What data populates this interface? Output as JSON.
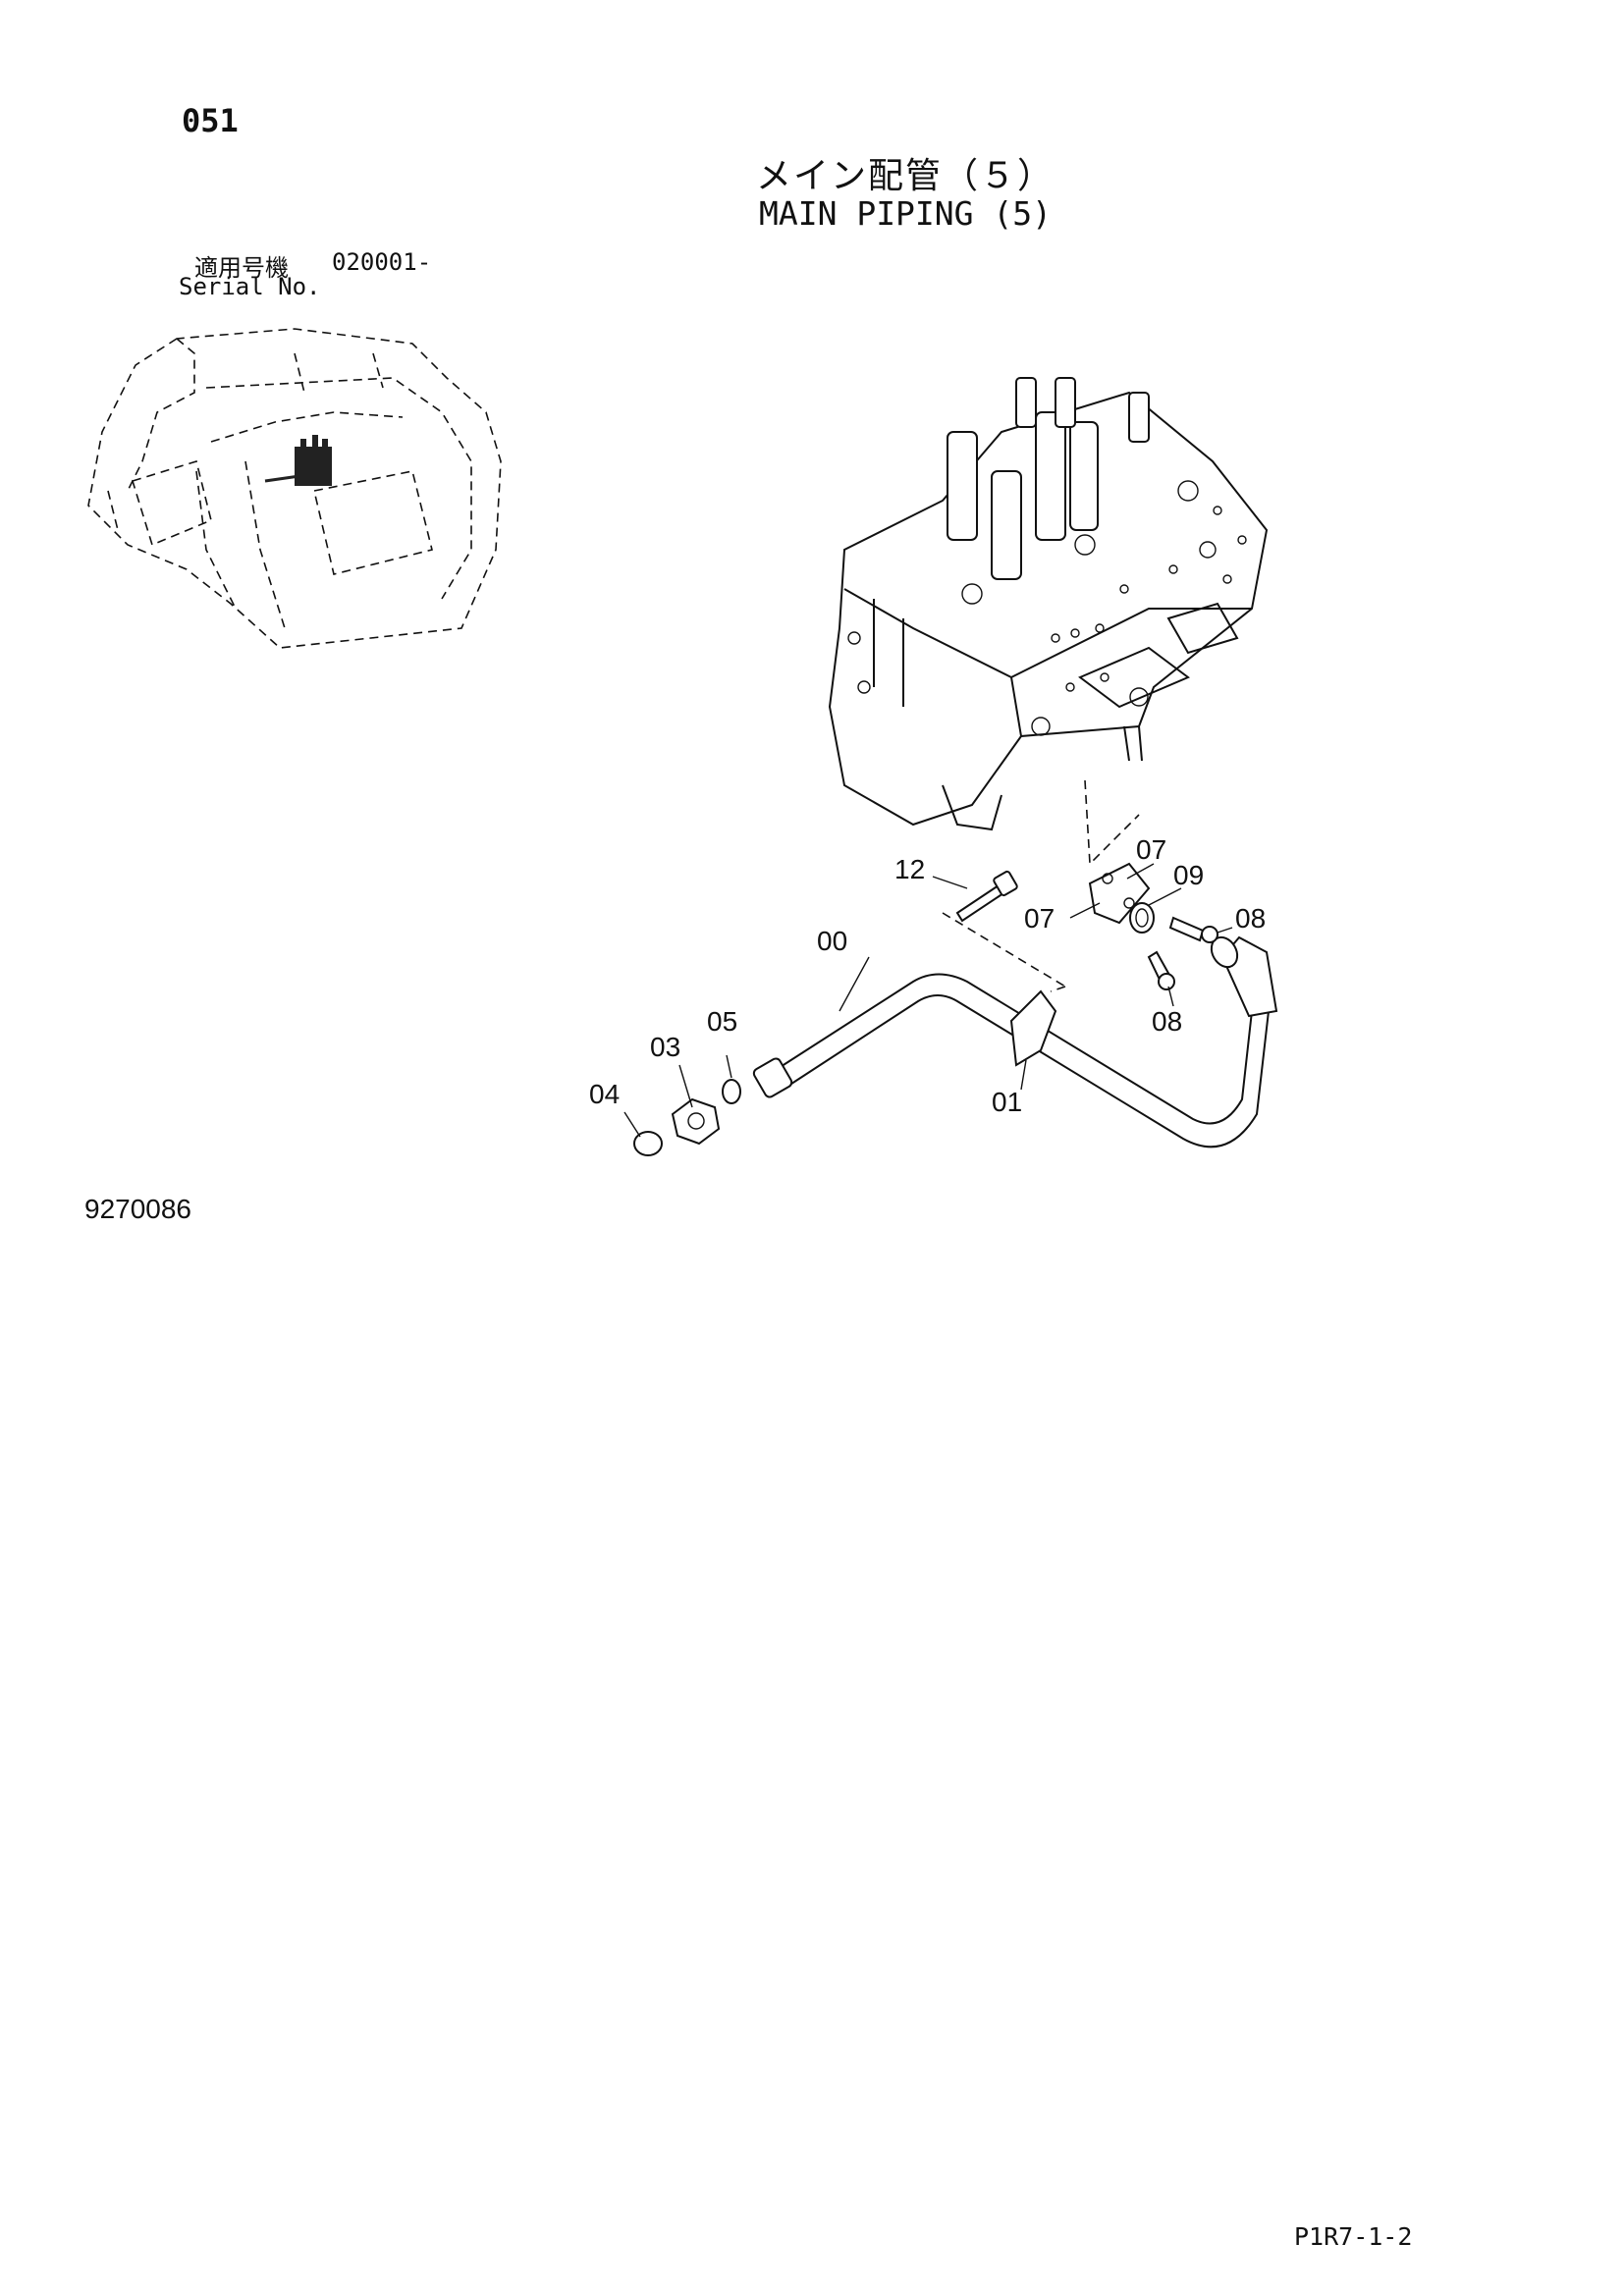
{
  "header": {
    "page_number": "051",
    "title_jp": "メイン配管（５）",
    "title_en": "MAIN PIPING (5)"
  },
  "serial": {
    "label_jp": "適用号機",
    "label_en": "Serial No.",
    "value": "020001-"
  },
  "callouts": {
    "c00": "00",
    "c01": "01",
    "c03": "03",
    "c04": "04",
    "c05": "05",
    "c07a": "07",
    "c07b": "07",
    "c08a": "08",
    "c08b": "08",
    "c09": "09",
    "c12": "12"
  },
  "footer": {
    "figure_code": "9270086",
    "page_ref": "P1R7-1-2"
  }
}
